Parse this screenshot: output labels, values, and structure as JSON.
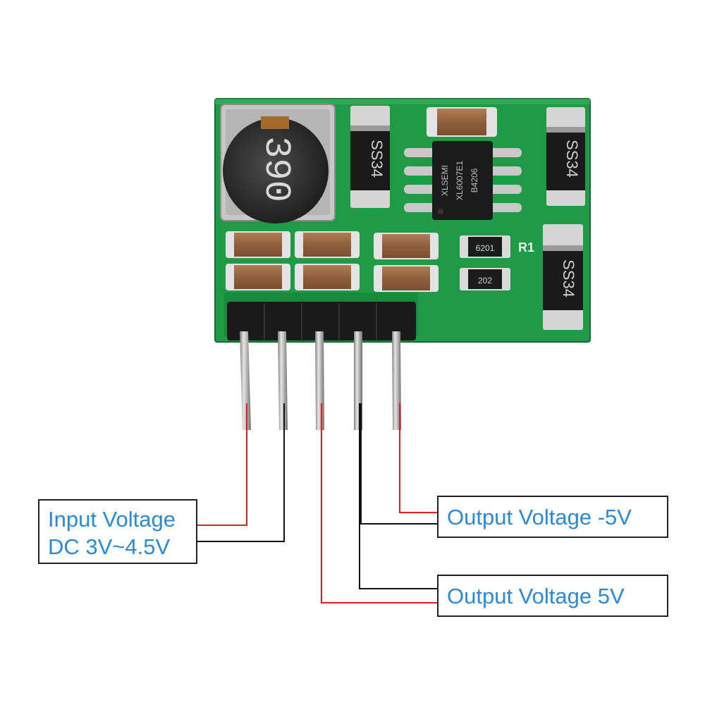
{
  "board": {
    "inductor_marking": "390",
    "ic_marking": [
      "XLSEMI",
      "XL6007E1",
      "B4206"
    ],
    "diode_marking": "SS34",
    "resistor_marking_1": "6201",
    "resistor_marking_2": "202",
    "silkscreen_label": "R1"
  },
  "labels": {
    "input_line1": "Input Voltage",
    "input_line2": "DC 3V~4.5V",
    "output_neg": "Output Voltage -5V",
    "output_pos": "Output Voltage 5V"
  },
  "colors": {
    "pcb": "#1f9a46",
    "pcb_dark": "#157a35",
    "label_text": "#2a8ad8",
    "wire_red": "#e0201f",
    "wire_black": "#111111"
  }
}
